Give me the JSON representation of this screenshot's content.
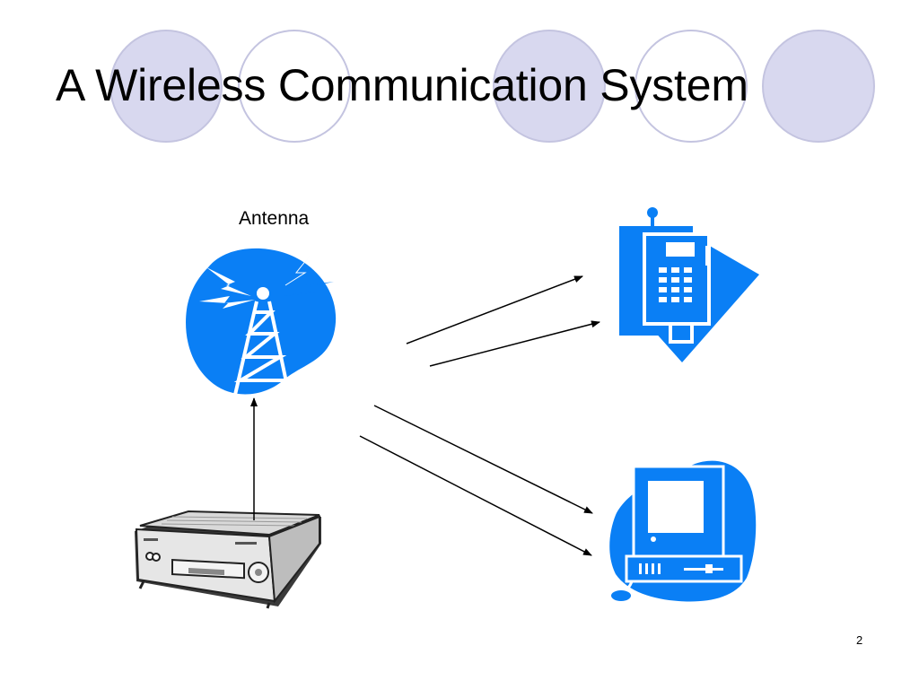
{
  "slide": {
    "title": "A Wireless Communication System",
    "page_number": "2"
  },
  "diagram": {
    "antenna_label": "Antenna"
  },
  "colors": {
    "decor_circle_fill": "#d8d8ef",
    "decor_circle_stroke": "#c4c4e0",
    "clipart_blue": "#0a7ff5",
    "arrow": "#000000"
  },
  "icons": {
    "antenna": "radio-tower-icon",
    "transmitter": "vcr-device-icon",
    "receiver_phone": "mobile-phone-icon",
    "receiver_computer": "desktop-computer-icon"
  }
}
